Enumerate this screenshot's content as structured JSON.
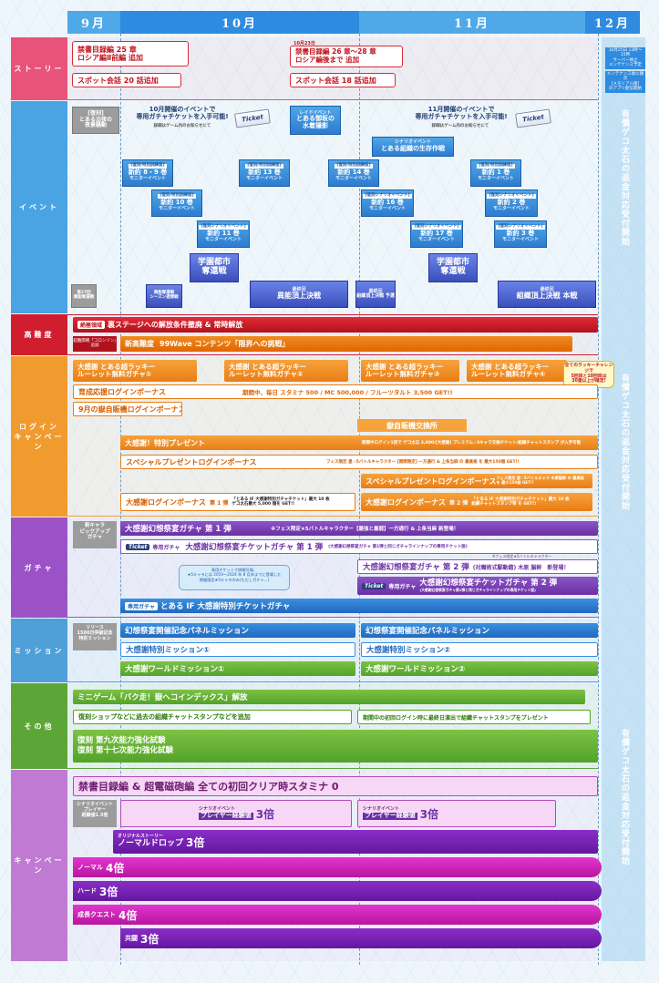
{
  "months": [
    "9月",
    "10月",
    "11月",
    "12月"
  ],
  "rows": {
    "story": "ストーリー",
    "event": "イベント",
    "hard": "高難度",
    "login": "ログイン\nキャンペーン",
    "gacha": "ガチャ",
    "mission": "ミッション",
    "other": "その他",
    "campaign": "キャンペーン"
  },
  "story": {
    "s1": "禁書目録編 25 章\nロシア編Ⅱ前編 追加",
    "s2": "スポット会話 20 話追加",
    "s3d": "10月23日",
    "s3": "禁書目録編 26 章〜28 章\nロシア編後まで 追加",
    "s4": "スポット会話 18 話追加",
    "dec1": "10月25日 13時〜15時\nサーバー休止\nメンテナンス予定",
    "dec2": "メンテナンス後に順次\n[メモリアル版]\nのアプリ配信開始"
  },
  "right_note": "有償ゲコ太石の返金対応受付開始",
  "event": {
    "rerun": "[復刻]\nとある泊夜の\n夜景騒動",
    "ticket1": "10月開催のイベントで\n専用ガチャチケットを入手可能!",
    "ticket2": "11月開催のイベントで\n専用ガチャチケットを入手可能!",
    "ticket_sub": "詳細はゲーム内のお知らせにて",
    "ticket_word": "Ticket",
    "raid_s": "レイドイベント",
    "raid": "とある御坂の\n水着撮影",
    "scen_s": "シナリオイベント",
    "scen": "とある組織の生存作戦",
    "e1s": "[復刻/特別訓練版]",
    "e1": "新約 8・9 巻",
    "e1u": "モニターイベント",
    "e2s": "[復刻/特別訓練版]",
    "e2": "新約 10 巻",
    "e2u": "モニターイベント",
    "e3s": "[復刻シナリオイベント]",
    "e3": "新約 11 巻",
    "e3u": "モニターイベント",
    "e4s": "[復刻/特別訓練版]",
    "e4": "新約 13 巻",
    "e4u": "モニターイベント",
    "e5s": "[復刻/特別訓練版]",
    "e5": "新約 14 巻",
    "e5u": "モニターイベント",
    "e6s": "[復刻シナリオイベント]",
    "e6": "新約 16 巻",
    "e6u": "モニターイベント",
    "e7s": "[復刻シナリオイベント]",
    "e7": "新約 17 巻",
    "e7u": "モニターイベント",
    "e8s": "[復刻/特別訓練版]",
    "e8": "新約 1 巻",
    "e8u": "モニターイベント",
    "e9s": "[復刻シナリオイベント]",
    "e9": "新約 2 巻",
    "e9u": "モニターイベント",
    "e10s": "[復刻シナリオイベント]",
    "e10": "新約 3 巻",
    "e10u": "モニターイベント",
    "gakuen": "学園都市\n奪還戦",
    "sep27": "第27回\n異能奪還戦",
    "ikusei": "異能奪還戦\nシーズン週間戦",
    "final1s": "最終回",
    "final1": "異能頂上決戦",
    "final2s": "最終回",
    "final2": "組織頂上決戦 予選",
    "final3s": "最終回",
    "final3": "組織頂上決戦 本戦"
  },
  "hard": {
    "h1": "絶極領域",
    "h1b": "裏ステージへの解放条件撤廃 & 常時解放",
    "h2": "超難関戦「コロンゾン」追加",
    "h3": "新高難度",
    "h3b": "99Wave コンテンツ「限界への挑戦」"
  },
  "login": {
    "g1": "大感謝 とある超ラッキー\nルーレット無料ガチャ①",
    "g2": "大感謝 とある超ラッキー\nルーレット無料ガチャ②",
    "g3": "大感謝 とある超ラッキー\nルーレット無料ガチャ③",
    "g4": "大感謝 とある超ラッキー\nルーレット無料ガチャ④",
    "g4note": "全てのラッキーチャレンジで\n5回目と10回目は\n30連以上が確定!",
    "ikusei": "育成応援ログインボーナス",
    "ikusei_d": "期間中、毎日 スタミナ 500 / MC 500,000 / フルーツタルト 3,500 GET!!",
    "vending": "9月の嶽自販機ログインボーナス",
    "exchange": "嶽自販機交換所",
    "present": "大感謝！特別プレゼント",
    "present_d": "期間中ログイン1回で ゲコ太石 3,000/[大感謝] プレミアム☆3キャラ交換チケット/組織チャットスタンプ が入手可能",
    "sp1": "スペシャルプレゼントログインボーナス",
    "sp1_d": "フェス限定 星☆5バトルキャラクター [期間限定] 一方通行 & 上条当麻 の 最高格 を 最大150個 GET!!",
    "sp2": "スペシャルプレゼントログインボーナス",
    "sp2_d": "フェス限定 星☆5バトルキャラ 木原脳幹 の 最高格 を 最大150個 GET!!",
    "thanks1": "大感謝ログインボーナス",
    "thanks1n": "第 1 弾",
    "thanks1_d": "「とある IF 大感謝特別ガチャチケット」最大 10 枚\nゲコ太石最大 5,000 個を GET!!",
    "thanks2": "大感謝ログインボーナス",
    "thanks2n": "第 2 弾",
    "thanks2_d": "「とある IF 大感謝特別ガチャチケット」最大 10 枚\n組織チャットスタンプ等 を GET!!"
  },
  "gacha": {
    "pickup": "新キャラ\nピックアップ\nガチャ",
    "g1": "大感謝幻想祭宴ガチャ 第 1 弾",
    "g1_d": "※フェス限定★5バトルキャラクター【最強と最弱】一方通行 & 上条当麻 新登場！",
    "ticket": "Ticket",
    "ded": "専用ガチャ",
    "g2": "大感謝幻想祭宴チケットガチャ 第 1 弾",
    "g2_d": "(大感謝幻想祭宴ガチャ 第1弾と同じガチャラインナップの専用チケット版)",
    "bubble": "専用チケットで挑戦可能。\n★5キャラには 2019〜2024 年 8 月末までに登場した\n期間限定★5キャラのみ(ただしガチャ...)",
    "g3": "大感謝幻想祭宴ガチャ 第 2 弾",
    "g3_d": "(対魔術式駆動鎧) 木原 脳幹",
    "g3_new": "新登場！",
    "g3_pre": "※フェス限定★5バトルキャラクター",
    "g4": "大感謝幻想祭宴チケットガチャ 第 2 弾",
    "g4_d": "(大感謝幻想祭宴ガチャ第2弾と同じガチャラインナップの専用チケット版)",
    "g5": "とある IF 大感謝特別チケットガチャ"
  },
  "mission": {
    "release": "リリース\n1500日突破記念\n特別ミッション",
    "m1": "幻想祭宴開催記念パネルミッション",
    "m2": "大感謝特別ミッション①",
    "m3": "大感謝ワールドミッション①",
    "m4": "幻想祭宴開催記念パネルミッション",
    "m5": "大感謝特別ミッション②",
    "m6": "大感謝ワールドミッション②"
  },
  "other": {
    "o1": "ミニゲーム「バク走！嶽ヘコインデックス」解放",
    "o2": "復刻ショップなどに過去の組織チャットスタンプなどを追加",
    "o3": "期間中の初回ログイン時に最終日演出で組織チャットスタンプをプレゼント",
    "o4": "復刻 第九次能力強化試験\n復刻 第十七次能力強化試験"
  },
  "campaign": {
    "c1": "禁書目録編 & 超電磁砲編 全ての初回クリア時スタミナ 0",
    "c2": "シナリオイベント\nプレイヤー\n経験値1.5倍",
    "c3s": "シナリオイベント",
    "c3": "プレイヤー経験値",
    "c3x": "3倍",
    "c4s": "シナリオイベント",
    "c4": "プレイヤー経験値",
    "c4x": "3倍",
    "c5s": "オリジナルストーリー",
    "c5": "ノーマルドロップ",
    "c5x": "3倍",
    "n1": "ノーマル",
    "n1x": "4倍",
    "n2": "ハード",
    "n2x": "3倍",
    "n3": "成長クエスト",
    "n3x": "4倍",
    "n4": "共闘",
    "n4x": "3倍"
  },
  "colors": {
    "story": "#e8537a",
    "event": "#4aa3e3",
    "hard": "#d01e2e",
    "login": "#f19a2e",
    "gacha": "#9b52c7",
    "mission": "#4f9fd8",
    "other": "#5ca637",
    "campaign": "#c17ad4"
  }
}
